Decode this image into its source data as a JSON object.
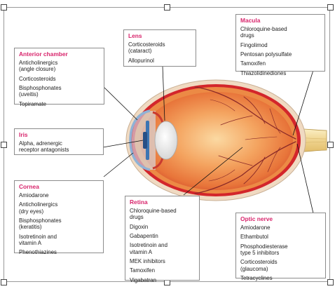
{
  "boxes": {
    "anterior_chamber": {
      "title": "Anterior chamber",
      "items": [
        "Anticholinergics\n(angle closure)",
        "Corticosteroids",
        "Bisphosphonates\n(uveitis)",
        "Topiramate"
      ]
    },
    "lens": {
      "title": "Lens",
      "items": [
        "Corticosteroids\n(cataract)",
        "Allopurinol"
      ]
    },
    "macula": {
      "title": "Macula",
      "items": [
        "Chloroquine-based\ndrugs",
        "Fingolimod",
        "Pentosan polysulfate",
        "Tamoxifen",
        "Thiazolidinediones"
      ]
    },
    "iris": {
      "title": "Iris",
      "items": [
        "Alpha, adrenergic\nreceptor antagonists"
      ]
    },
    "cornea": {
      "title": "Cornea",
      "items": [
        "Amiodarone",
        "Anticholinergics\n(dry eyes)",
        "Bisphosphonates\n(keratitis)",
        "Isotretinoin and\nvitamin A",
        "Phenothiazines"
      ]
    },
    "retina": {
      "title": "Retina",
      "items": [
        "Chloroquine-based\ndrugs",
        "Digoxin",
        "Gabapentin",
        "Isotretinoin and\nvitamin A",
        "MEK inhibitors",
        "Tamoxifen",
        "Vigabatran"
      ]
    },
    "optic_nerve": {
      "title": "Optic nerve",
      "items": [
        "Amiodarone",
        "Ethambutol",
        "Phosphodiesterase\ntype 5 inhibitors",
        "Corticosteroids\n(glaucoma)",
        "Tetracyclines"
      ]
    }
  },
  "colors": {
    "title": "#d8256c",
    "sclera": "#f2dcc4",
    "choroid": "#d2252a",
    "retina_orange": "#ea7a3a",
    "cornea": "#bcd6ee",
    "iris": "#4d87bf",
    "vessel": "#8a2a28",
    "optic_nerve": "#f4e2a8"
  }
}
